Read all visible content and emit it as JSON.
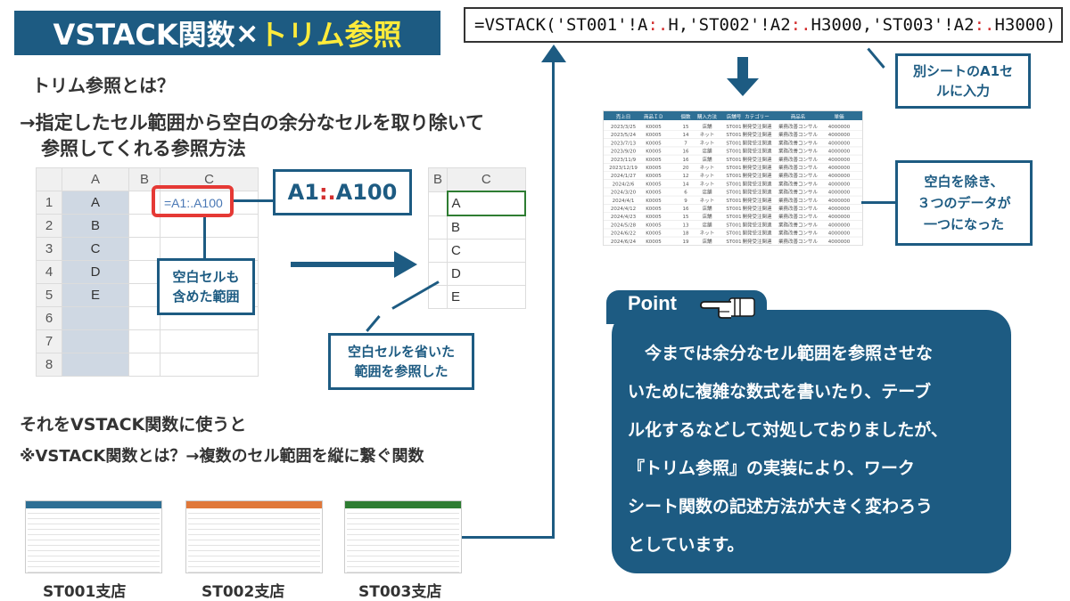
{
  "title": {
    "part1": "VSTACK関数",
    "part2": "×",
    "part3": "トリム参照"
  },
  "formula": {
    "p1": "=VSTACK('ST001'!A",
    "dot1": ":.",
    "p2": "H,'ST002'!A2",
    "dot2": ":.",
    "p3": "H3000,'ST003'!A2",
    "dot3": ":.",
    "p4": "H3000)"
  },
  "what_is": "トリム参照とは？",
  "desc_line1": "→指定したセル範囲から空白の余分なセルを取り除いて",
  "desc_line2": "参照してくれる参照方法",
  "sheet1": {
    "cols": [
      "A",
      "B",
      "C"
    ],
    "rows": [
      "1",
      "2",
      "3",
      "4",
      "5",
      "6",
      "7",
      "8"
    ],
    "values": [
      "A",
      "B",
      "C",
      "D",
      "E"
    ],
    "formula_cell": "=A1:.A100"
  },
  "range_callout": {
    "p1": "A1",
    "dot": ":.",
    "p2": "A100"
  },
  "callout_blank_included": {
    "line1": "空白セルも",
    "line2": "含めた範囲"
  },
  "sheet2": {
    "cols": [
      "B",
      "C"
    ],
    "values": [
      "A",
      "B",
      "C",
      "D",
      "E"
    ]
  },
  "callout_blank_excluded": {
    "line1": "空白セルを省いた",
    "line2": "範囲を参照した"
  },
  "use_line": "それをVSTACK関数に使うと",
  "note_line": "※VSTACK関数とは？→複数のセル範囲を縦に繋ぐ関数",
  "stores": [
    {
      "label": "ST001支店",
      "color": "#2e6f94"
    },
    {
      "label": "ST002支店",
      "color": "#e0783a"
    },
    {
      "label": "ST003支店",
      "color": "#2e7d32"
    }
  ],
  "callout_a1": {
    "line1": "別シートのA1セ",
    "line2": "ルに入力"
  },
  "callout_merged": {
    "line1": "空白を除き、",
    "line2": "３つのデータが",
    "line3": "一つになった"
  },
  "result_table": {
    "headers": [
      "売上日",
      "商品ＩＤ",
      "個数",
      "購入方法",
      "店舗号",
      "カテゴリー",
      "商品名",
      "単価"
    ],
    "rows": [
      [
        "2023/3/25",
        "K0005",
        "15",
        "店舗",
        "ST001",
        "開発受注関連",
        "業務改善コンサル",
        "4000000"
      ],
      [
        "2023/5/24",
        "K0005",
        "14",
        "ネット",
        "ST001",
        "開発受注関連",
        "業務改善コンサル",
        "4000000"
      ],
      [
        "2023/7/13",
        "K0005",
        "7",
        "ネット",
        "ST001",
        "開発受注関連",
        "業務改善コンサル",
        "4000000"
      ],
      [
        "2023/9/20",
        "K0005",
        "16",
        "店舗",
        "ST001",
        "開発受注関連",
        "業務改善コンサル",
        "4000000"
      ],
      [
        "2023/11/9",
        "K0005",
        "16",
        "店舗",
        "ST001",
        "開発受注関連",
        "業務改善コンサル",
        "4000000"
      ],
      [
        "2023/12/19",
        "K0005",
        "20",
        "ネット",
        "ST001",
        "開発受注関連",
        "業務改善コンサル",
        "4000000"
      ],
      [
        "2024/1/27",
        "K0005",
        "12",
        "ネット",
        "ST001",
        "開発受注関連",
        "業務改善コンサル",
        "4000000"
      ],
      [
        "2024/2/6",
        "K0005",
        "14",
        "ネット",
        "ST001",
        "開発受注関連",
        "業務改善コンサル",
        "4000000"
      ],
      [
        "2024/3/20",
        "K0005",
        "6",
        "店舗",
        "ST001",
        "開発受注関連",
        "業務改善コンサル",
        "4000000"
      ],
      [
        "2024/4/1",
        "K0005",
        "9",
        "ネット",
        "ST001",
        "開発受注関連",
        "業務改善コンサル",
        "4000000"
      ],
      [
        "2024/4/12",
        "K0005",
        "16",
        "店舗",
        "ST001",
        "開発受注関連",
        "業務改善コンサル",
        "4000000"
      ],
      [
        "2024/4/23",
        "K0005",
        "15",
        "店舗",
        "ST001",
        "開発受注関連",
        "業務改善コンサル",
        "4000000"
      ],
      [
        "2024/5/28",
        "K0005",
        "13",
        "店舗",
        "ST001",
        "開発受注関連",
        "業務改善コンサル",
        "4000000"
      ],
      [
        "2024/6/22",
        "K0005",
        "18",
        "ネット",
        "ST001",
        "開発受注関連",
        "業務改善コンサル",
        "4000000"
      ],
      [
        "2024/6/24",
        "K0005",
        "19",
        "店舗",
        "ST001",
        "開発受注関連",
        "業務改善コンサル",
        "4000000"
      ]
    ]
  },
  "point": {
    "label": "Point",
    "icon": "pointing-hand-icon",
    "lines": [
      "　今までは余分なセル範囲を参照させな",
      "いために複雑な数式を書いたり、テーブ",
      "ル化するなどして対処しておりましたが、",
      "『トリム参照』の実装により、ワーク",
      "シート関数の記述方法が大きく変わろう",
      "としています。"
    ]
  },
  "colors": {
    "navy": "#1d5b82",
    "accent_yellow": "#ffeb3b",
    "accent_red": "#d32f2f"
  }
}
